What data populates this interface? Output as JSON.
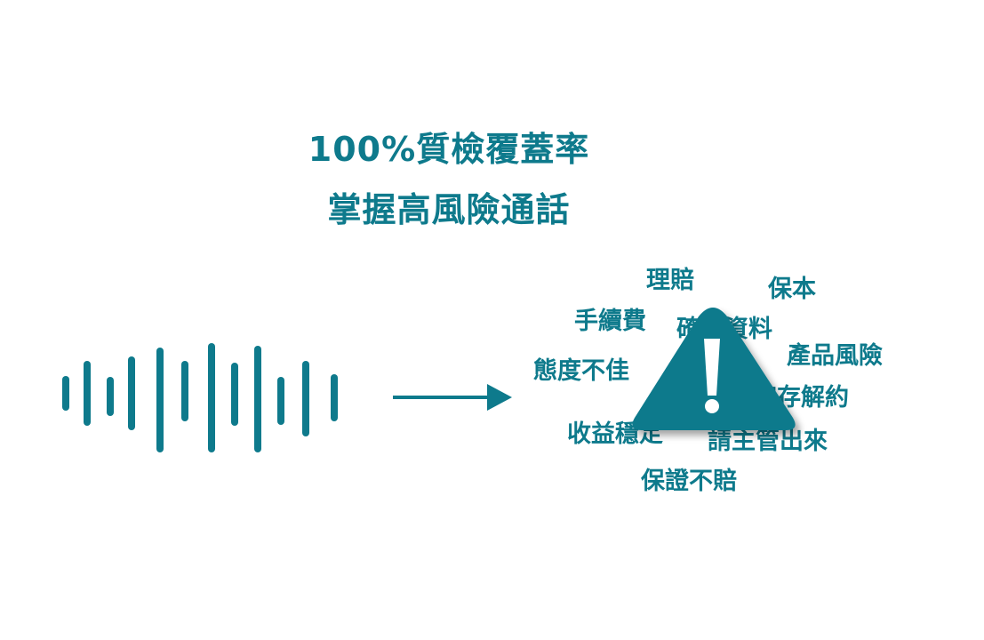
{
  "headline": {
    "line1": "100%質檢覆蓋率",
    "line2": "掌握高風險通話"
  },
  "keywords": {
    "k1": "理賠",
    "k2": "保本",
    "k3": "手續費",
    "k4": "確認資料",
    "k5": "產品風險",
    "k6": "態度不佳",
    "k7": "宅存解約",
    "k8": "收益穩定",
    "k9": "請主管出來",
    "k10": "保證不賠"
  },
  "icons": {
    "sound": "sound-wave-icon",
    "arrow": "arrow-right-icon",
    "warning": "warning-triangle-icon"
  },
  "colors": {
    "accent": "#0e7a8c",
    "background": "#ffffff"
  }
}
